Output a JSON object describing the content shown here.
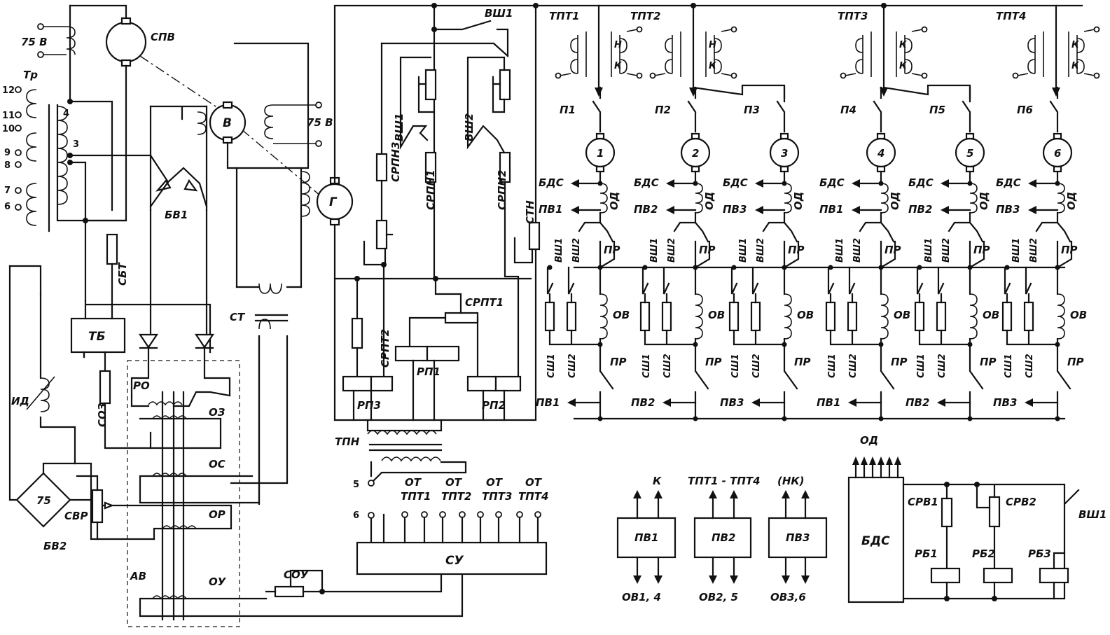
{
  "labels": {
    "v75_top": "75 В",
    "spv": "СПВ",
    "tr": "Тр",
    "t12": "12",
    "t11": "11",
    "t10": "10",
    "t9": "9",
    "t8": "8",
    "t7": "7",
    "t6": "6",
    "tap4": "4",
    "tap3": "3",
    "bv1": "БВ1",
    "sbt": "СБТ",
    "tb": "ТБ",
    "soz": "СОЗ",
    "id": "ИД",
    "b75": "75",
    "bv2": "БВ2",
    "sbr": "СВР",
    "ro": "РО",
    "oz": "ОЗ",
    "os": "ОС",
    "or": "ОР",
    "ou": "ОУ",
    "av": "АВ",
    "st": "СТ",
    "v": "В",
    "v75_mid": "75 В",
    "g": "Г",
    "sou": "СОУ",
    "vsh1_top": "ВШ1",
    "srpn3": "СРПН3",
    "vsh1_l": "ВШ1",
    "vsh2_l": "ВШ2",
    "srpn1": "СРПН1",
    "srpn2": "СРПН2",
    "stn": "СТН",
    "srpt2": "СРПТ2",
    "srpt1": "СРПТ1",
    "rp1": "РП1",
    "rp2": "РП2",
    "rp3": "РП3",
    "tpn": "ТПН",
    "t5": "5",
    "t6b": "6",
    "ot1a": "ОТ",
    "ot1b": "ТПТ1",
    "ot2a": "ОТ",
    "ot2b": "ТПТ2",
    "ot3a": "ОТ",
    "ot3b": "ТПТ3",
    "ot4a": "ОТ",
    "ot4b": "ТПТ4",
    "su": "СУ",
    "tpt1": "ТПТ1",
    "tpt2": "ТПТ2",
    "tpt3": "ТПТ3",
    "tpt4": "ТПТ4",
    "legend_k": "К",
    "legend_tpt": "ТПТ1 - ТПТ4",
    "legend_nk": "(НК)",
    "lpv1": "ПВ1",
    "lpv2": "ПВ2",
    "lpv3": "ПВ3",
    "lov1": "ОВ1, 4",
    "lov2": "ОВ2, 5",
    "lov3": "ОВ3,6",
    "od_top": "ОД",
    "bds_box": "БДС",
    "srv1": "СРВ1",
    "srv2": "СРВ2",
    "vsh1_r": "ВШ1",
    "rb1": "РБ1",
    "rb2": "РБ2",
    "rb3": "РБ3",
    "n": "Н",
    "k": "К"
  },
  "motors": [
    {
      "num": "1",
      "p": "П1",
      "pvTop": "ПВ1",
      "pvBot": "ПВ1"
    },
    {
      "num": "2",
      "p": "П2",
      "pvTop": "ПВ2",
      "pvBot": "ПВ2"
    },
    {
      "num": "3",
      "p": "П3",
      "pvTop": "ПВ3",
      "pvBot": "ПВ3"
    },
    {
      "num": "4",
      "p": "П4",
      "pvTop": "ПВ1",
      "pvBot": "ПВ1"
    },
    {
      "num": "5",
      "p": "П5",
      "pvTop": "ПВ2",
      "pvBot": "ПВ2"
    },
    {
      "num": "6",
      "p": "П6",
      "pvTop": "ПВ3",
      "pvBot": "ПВ3"
    }
  ],
  "motor_common": {
    "bds": "БДС",
    "od": "ОД",
    "vsh1": "ВШ1",
    "vsh2": "ВШ2",
    "pr": "ПР",
    "ov": "ОВ",
    "sh1": "СШ1",
    "sh2": "СШ2"
  }
}
